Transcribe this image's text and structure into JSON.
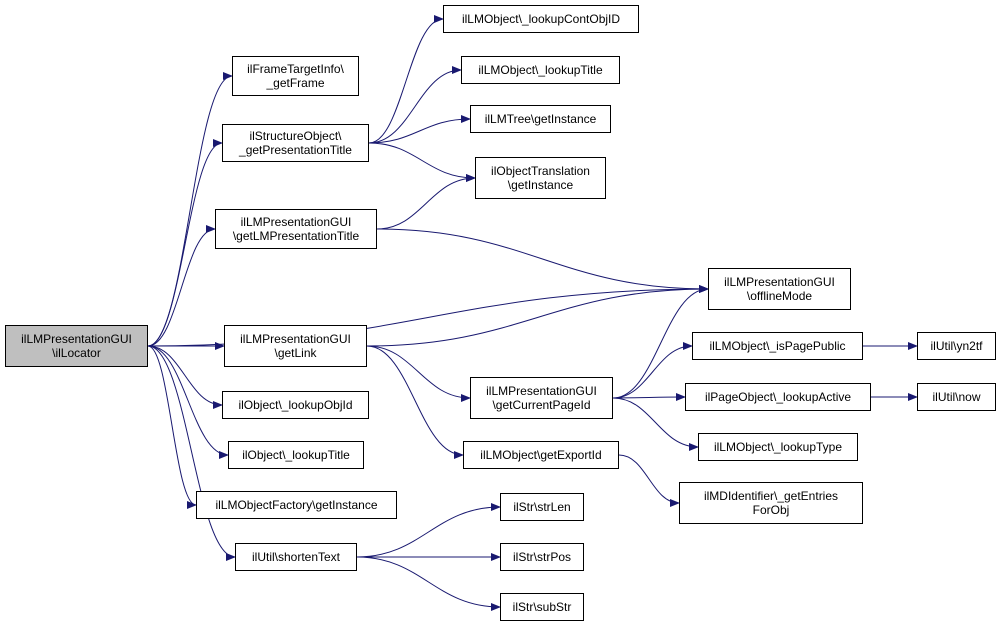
{
  "colors": {
    "edge": "#191970",
    "root_fill": "#bfbfbf",
    "node_fill": "#ffffff",
    "border": "#000000"
  },
  "nodes": [
    {
      "id": "root",
      "lines": [
        "ilLMPresentationGUI",
        "\\ilLocator"
      ],
      "root": true
    },
    {
      "id": "frame",
      "lines": [
        "ilFrameTargetInfo\\",
        "_getFrame"
      ]
    },
    {
      "id": "struct",
      "lines": [
        "ilStructureObject\\",
        "_getPresentationTitle"
      ]
    },
    {
      "id": "getlmpt",
      "lines": [
        "ilLMPresentationGUI",
        "\\getLMPresentationTitle"
      ]
    },
    {
      "id": "getlink",
      "lines": [
        "ilLMPresentationGUI",
        "\\getLink"
      ]
    },
    {
      "id": "lookupobjid",
      "lines": [
        "ilObject\\_lookupObjId"
      ]
    },
    {
      "id": "lookuptitle",
      "lines": [
        "ilObject\\_lookupTitle"
      ]
    },
    {
      "id": "lmobjfactory",
      "lines": [
        "ilLMObjectFactory\\getInstance"
      ]
    },
    {
      "id": "shorten",
      "lines": [
        "ilUtil\\shortenText"
      ]
    },
    {
      "id": "contobj",
      "lines": [
        "ilLMObject\\_lookupContObjID"
      ]
    },
    {
      "id": "lmtitle",
      "lines": [
        "ilLMObject\\_lookupTitle"
      ]
    },
    {
      "id": "lmtree",
      "lines": [
        "ilLMTree\\getInstance"
      ]
    },
    {
      "id": "objtrans",
      "lines": [
        "ilObjectTranslation",
        "\\getInstance"
      ]
    },
    {
      "id": "offline",
      "lines": [
        "ilLMPresentationGUI",
        "\\offlineMode"
      ]
    },
    {
      "id": "curpage",
      "lines": [
        "ilLMPresentationGUI",
        "\\getCurrentPageId"
      ]
    },
    {
      "id": "exportid",
      "lines": [
        "ilLMObject\\getExportId"
      ]
    },
    {
      "id": "strlen",
      "lines": [
        "ilStr\\strLen"
      ]
    },
    {
      "id": "strpos",
      "lines": [
        "ilStr\\strPos"
      ]
    },
    {
      "id": "substr",
      "lines": [
        "ilStr\\subStr"
      ]
    },
    {
      "id": "ispublic",
      "lines": [
        "ilLMObject\\_isPagePublic"
      ]
    },
    {
      "id": "lookupactive",
      "lines": [
        "ilPageObject\\_lookupActive"
      ]
    },
    {
      "id": "lookuptype",
      "lines": [
        "ilLMObject\\_lookupType"
      ]
    },
    {
      "id": "mdid",
      "lines": [
        "ilMDIdentifier\\_getEntries",
        "ForObj"
      ]
    },
    {
      "id": "yn2tf",
      "lines": [
        "ilUtil\\yn2tf"
      ]
    },
    {
      "id": "now",
      "lines": [
        "ilUtil\\now"
      ]
    }
  ],
  "edges": [
    [
      "root",
      "frame"
    ],
    [
      "root",
      "struct"
    ],
    [
      "root",
      "getlmpt"
    ],
    [
      "root",
      "offline"
    ],
    [
      "root",
      "getlink"
    ],
    [
      "root",
      "lookupobjid"
    ],
    [
      "root",
      "lookuptitle"
    ],
    [
      "root",
      "lmobjfactory"
    ],
    [
      "root",
      "shorten"
    ],
    [
      "struct",
      "contobj"
    ],
    [
      "struct",
      "lmtitle"
    ],
    [
      "struct",
      "lmtree"
    ],
    [
      "struct",
      "objtrans"
    ],
    [
      "getlmpt",
      "objtrans"
    ],
    [
      "getlmpt",
      "offline"
    ],
    [
      "getlink",
      "offline"
    ],
    [
      "getlink",
      "curpage"
    ],
    [
      "getlink",
      "exportid"
    ],
    [
      "curpage",
      "offline"
    ],
    [
      "curpage",
      "ispublic"
    ],
    [
      "curpage",
      "lookupactive"
    ],
    [
      "curpage",
      "lookuptype"
    ],
    [
      "exportid",
      "mdid"
    ],
    [
      "shorten",
      "strlen"
    ],
    [
      "shorten",
      "strpos"
    ],
    [
      "shorten",
      "substr"
    ],
    [
      "ispublic",
      "yn2tf"
    ],
    [
      "lookupactive",
      "now"
    ]
  ]
}
